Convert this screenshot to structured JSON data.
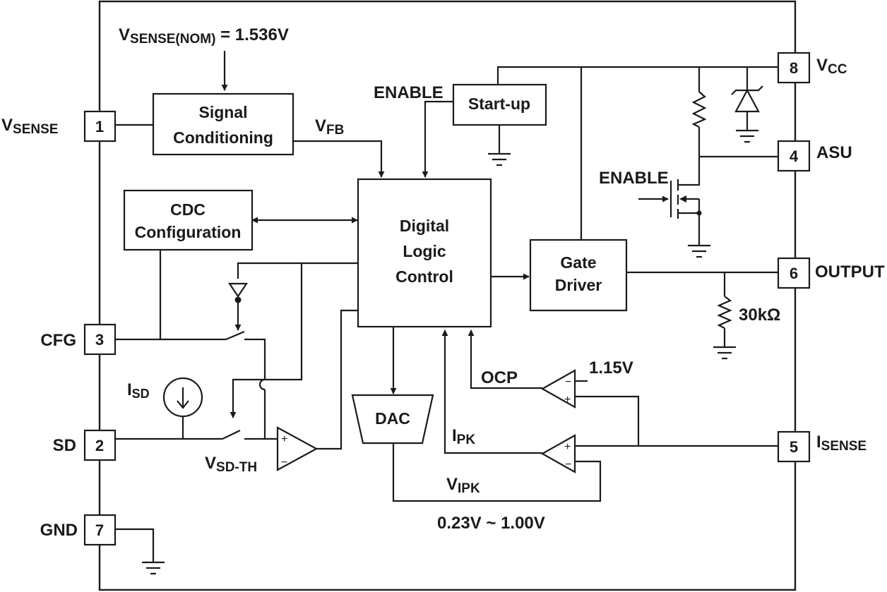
{
  "nodes": {
    "signal_conditioning": [
      "Signal",
      "Conditioning"
    ],
    "cdc_configuration": [
      "CDC",
      "Configuration"
    ],
    "start_up": "Start-up",
    "digital_logic_control": [
      "Digital",
      "Logic",
      "Control"
    ],
    "gate_driver": [
      "Gate",
      "Driver"
    ],
    "dac": "DAC"
  },
  "pins": [
    {
      "number": "1",
      "name_main": "V",
      "name_sub": "SENSE"
    },
    {
      "number": "3",
      "name_main": "CFG",
      "name_sub": ""
    },
    {
      "number": "2",
      "name_main": "SD",
      "name_sub": ""
    },
    {
      "number": "7",
      "name_main": "GND",
      "name_sub": ""
    },
    {
      "number": "8",
      "name_main": "V",
      "name_sub": "CC"
    },
    {
      "number": "4",
      "name_main": "ASU",
      "name_sub": ""
    },
    {
      "number": "6",
      "name_main": "OUTPUT",
      "name_sub": ""
    },
    {
      "number": "5",
      "name_main": "I",
      "name_sub": "SENSE"
    }
  ],
  "labels": {
    "vsense_nom": {
      "main": "V",
      "sub": "SENSE(NOM)",
      "tail": " = 1.536V"
    },
    "vfb": {
      "main": "V",
      "sub": "FB"
    },
    "enable_startup": "ENABLE",
    "enable_mosfet": "ENABLE",
    "isd": {
      "main": "I",
      "sub": "SD"
    },
    "vsdth": {
      "main": "V",
      "sub": "SD-TH"
    },
    "ocp": "OCP",
    "ocp_ref": "1.15V",
    "ipk": {
      "main": "I",
      "sub": "PK"
    },
    "vipk": {
      "main": "V",
      "sub": "IPK"
    },
    "vipk_range": "0.23V ~ 1.00V",
    "resistor_value": "30kΩ",
    "comp_plus": "+",
    "comp_minus": "−"
  }
}
